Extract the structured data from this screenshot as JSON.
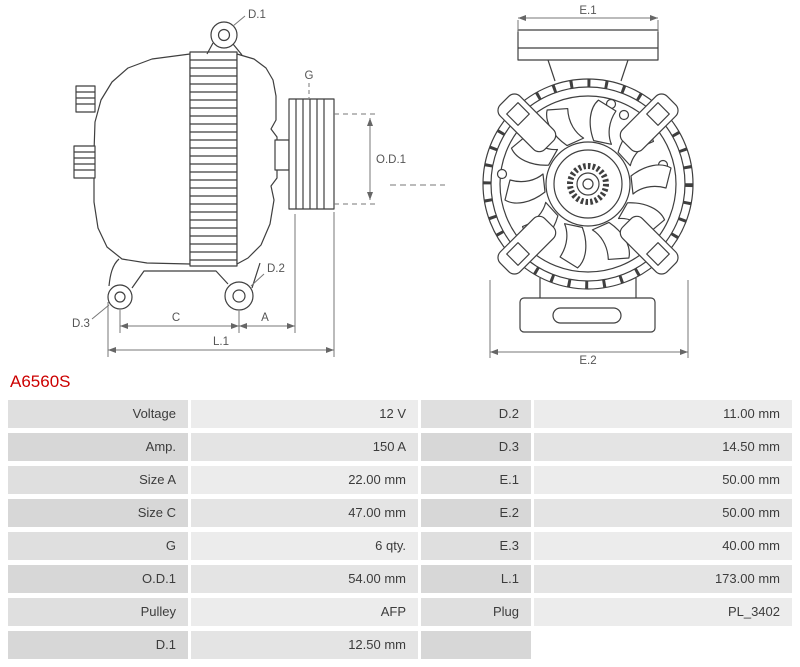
{
  "part_number": "A6560S",
  "diagram": {
    "labels": {
      "d1": "D.1",
      "d2": "D.2",
      "d3": "D.3",
      "g": "G",
      "od1": "O.D.1",
      "c": "C",
      "a": "A",
      "l1": "L.1",
      "e1": "E.1",
      "e2": "E.2"
    }
  },
  "table": {
    "rows": [
      {
        "label_left": "Voltage",
        "value_left": "12 V",
        "label_right": "D.2",
        "value_right": "11.00 mm"
      },
      {
        "label_left": "Amp.",
        "value_left": "150 A",
        "label_right": "D.3",
        "value_right": "14.50 mm"
      },
      {
        "label_left": "Size A",
        "value_left": "22.00 mm",
        "label_right": "E.1",
        "value_right": "50.00 mm"
      },
      {
        "label_left": "Size C",
        "value_left": "47.00 mm",
        "label_right": "E.2",
        "value_right": "50.00 mm"
      },
      {
        "label_left": "G",
        "value_left": "6 qty.",
        "label_right": "E.3",
        "value_right": "40.00 mm"
      },
      {
        "label_left": "O.D.1",
        "value_left": "54.00 mm",
        "label_right": "L.1",
        "value_right": "173.00 mm"
      },
      {
        "label_left": "Pulley",
        "value_left": "AFP",
        "label_right": "Plug",
        "value_right": "PL_3402"
      },
      {
        "label_left": "D.1",
        "value_left": "12.50 mm",
        "label_right": "",
        "value_right": ""
      }
    ]
  },
  "colors": {
    "part_number": "#cc0000",
    "table_label_bg": "#dfdfdf",
    "table_value_bg": "#ececec",
    "diagram_line": "#3f3f3f",
    "dimension_line": "#777777"
  }
}
